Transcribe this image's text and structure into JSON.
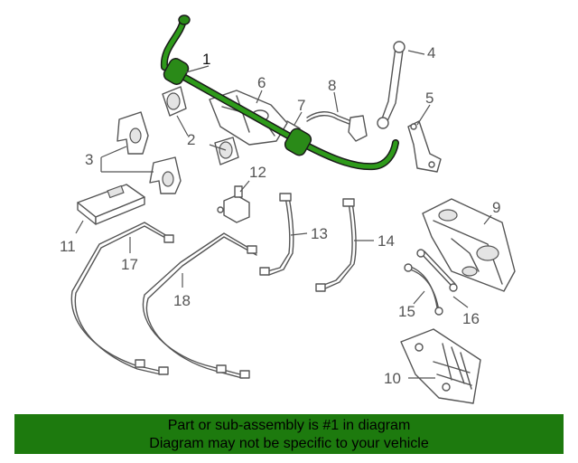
{
  "accent_color": "#1d7a0e",
  "part_labels": [
    "1",
    "2",
    "3",
    "4",
    "5",
    "6",
    "7",
    "8",
    "9",
    "10",
    "11",
    "12",
    "13",
    "14",
    "15",
    "16",
    "17",
    "18"
  ],
  "banner": {
    "line1": "Part or sub-assembly is #1 in diagram",
    "line2": "Diagram may not be specific to your vehicle"
  }
}
